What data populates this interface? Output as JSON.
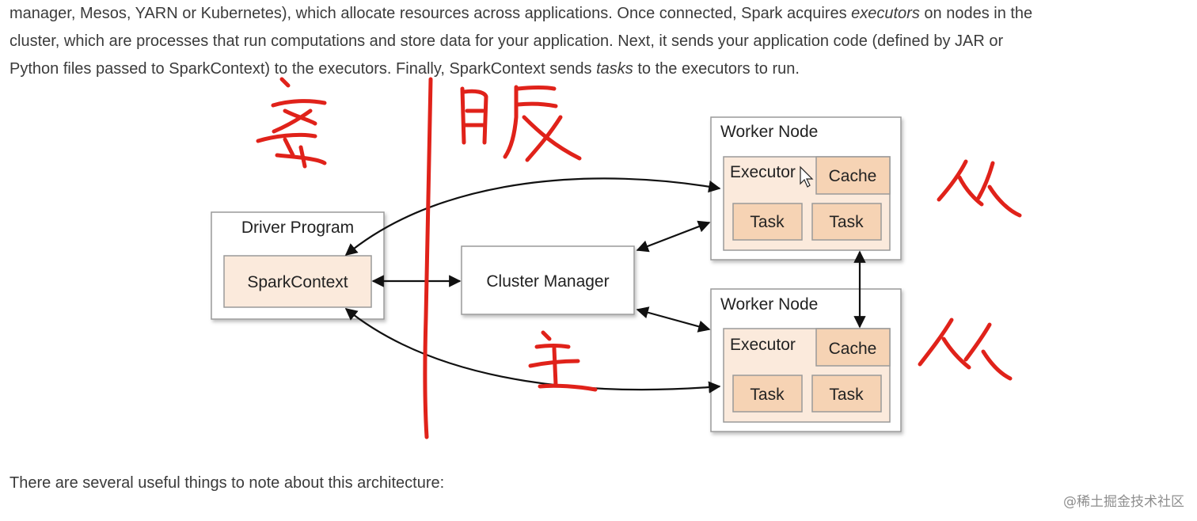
{
  "intro": {
    "line1": {
      "before": "manager, Mesos, YARN or Kubernetes), which allocate resources across applications. Once connected, Spark acquires ",
      "em": "executors",
      "after": " on nodes in the"
    },
    "line2": "cluster, which are processes that run computations and store data for your application. Next, it sends your application code (defined by JAR or",
    "line3": {
      "before": "Python files passed to SparkContext) to the executors. Finally, SparkContext sends ",
      "em": "tasks",
      "after": " to the executors to run."
    }
  },
  "diagram": {
    "driver": {
      "title": "Driver Program",
      "context": "SparkContext"
    },
    "cluster_manager": "Cluster Manager",
    "workers": [
      {
        "title": "Worker Node",
        "executor": "Executor",
        "cache": "Cache",
        "tasks": [
          "Task",
          "Task"
        ]
      },
      {
        "title": "Worker Node",
        "executor": "Executor",
        "cache": "Cache",
        "tasks": [
          "Task",
          "Task"
        ]
      }
    ],
    "colors": {
      "box_fill": "#fbeadc",
      "cell_fill": "#f6d3b4",
      "box_stroke": "#9a9a9a",
      "annotation": "#e0221a"
    }
  },
  "outro": "There are several useful things to note about this architecture:",
  "watermark": "@稀土掘金技术社区"
}
